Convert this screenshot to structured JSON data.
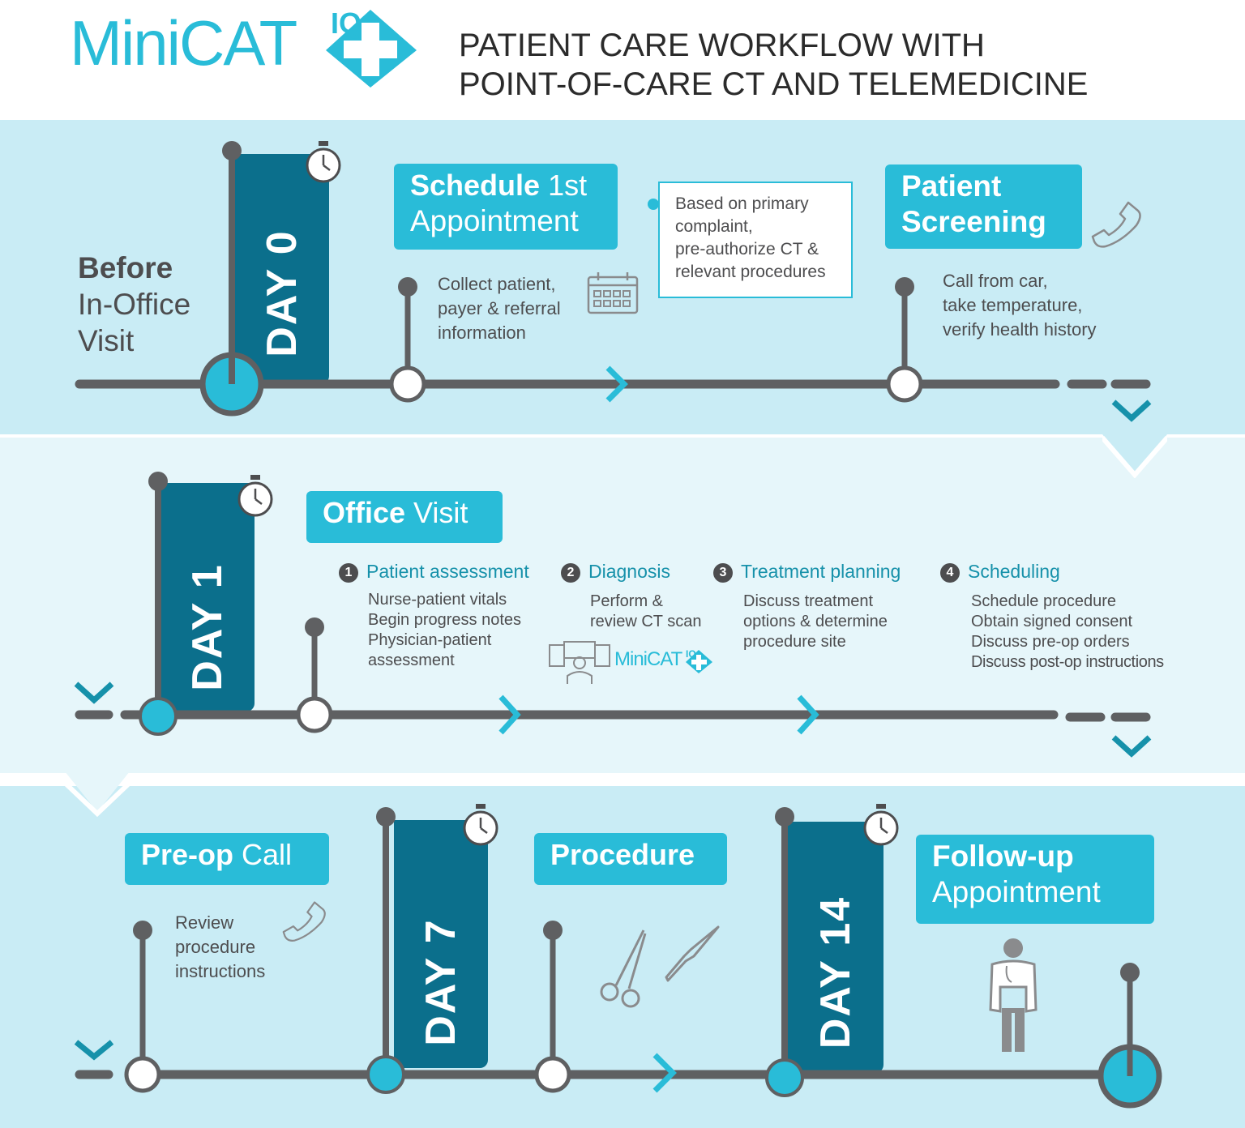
{
  "header": {
    "logo_text": "MiniCAT",
    "logo_badge": "IQ",
    "title_line1": "PATIENT CARE WORKFLOW WITH",
    "title_line2": "POINT-OF-CARE CT AND TELEMEDICINE"
  },
  "row1": {
    "phase_bold": "Before",
    "phase_line2": "In-Office",
    "phase_line3": "Visit",
    "day": "DAY 0",
    "schedule": {
      "bold": "Schedule",
      "rest": " 1st",
      "line2": "Appointment"
    },
    "collect": [
      "Collect patient,",
      "payer & referral",
      "information"
    ],
    "note": [
      "Based on primary",
      "complaint,",
      "pre-authorize CT &",
      "relevant procedures"
    ],
    "screening": {
      "line1": "Patient",
      "line2": "Screening"
    },
    "screening_desc": [
      "Call from car,",
      "take temperature,",
      "verify health history"
    ]
  },
  "row2": {
    "day": "DAY 1",
    "office": {
      "bold": "Office",
      "rest": " Visit"
    },
    "steps": [
      {
        "num": "1",
        "title": "Patient assessment",
        "lines": [
          "Nurse-patient vitals",
          "Begin progress notes",
          "Physician-patient",
          "assessment"
        ]
      },
      {
        "num": "2",
        "title": "Diagnosis",
        "lines": [
          "Perform &",
          "review CT scan"
        ]
      },
      {
        "num": "3",
        "title": "Treatment planning",
        "lines": [
          "Discuss treatment",
          "options & determine",
          "procedure site"
        ]
      },
      {
        "num": "4",
        "title": "Scheduling",
        "lines": [
          "Schedule procedure",
          "Obtain signed consent",
          "Discuss pre-op orders",
          "Discuss post-op instructions"
        ]
      }
    ],
    "mini_logo": "MiniCAT",
    "mini_badge": "IQ"
  },
  "row3": {
    "preop": {
      "bold": "Pre-op",
      "rest": " Call"
    },
    "preop_desc": [
      "Review",
      "procedure",
      "instructions"
    ],
    "day7": "DAY 7",
    "procedure": "Procedure",
    "day14": "DAY 14",
    "followup": {
      "line1": "Follow-up",
      "line2": "Appointment"
    }
  },
  "colors": {
    "accent": "#29bcd8",
    "dark_teal": "#0b6f8c",
    "band": "#c9ecf5",
    "band_light": "#e6f6fa",
    "gray": "#5f6062"
  }
}
